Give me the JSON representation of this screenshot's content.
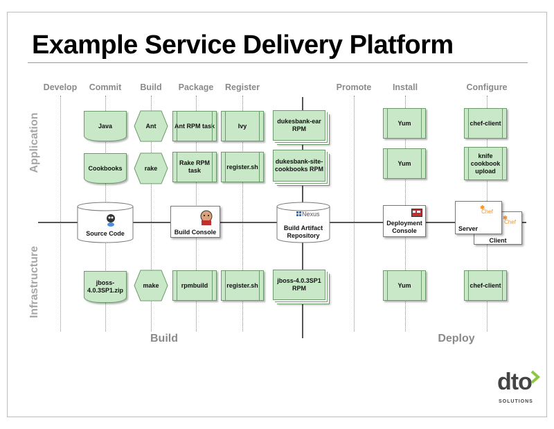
{
  "title": "Example Service Delivery Platform",
  "columns": [
    "Develop",
    "Commit",
    "Build",
    "Package",
    "Register",
    "Promote",
    "Install",
    "Configure"
  ],
  "rows": {
    "application": "Application",
    "infrastructure": "Infrastructure"
  },
  "sections": {
    "build": "Build",
    "deploy": "Deploy"
  },
  "application": {
    "java": "Java",
    "ant": "Ant",
    "ant_rpm": "Ant RPM task",
    "ivy": "Ivy",
    "dukesbank_ear": "dukesbank-ear RPM",
    "yum_1": "Yum",
    "chef_client_1": "chef-client",
    "cookbooks": "Cookbooks",
    "rake": "rake",
    "rake_rpm": "Rake RPM task",
    "register_1": "register.sh",
    "dukesbank_cookbooks": "dukesbank-site-cookbooks RPM",
    "yum_2": "Yum",
    "knife": "knife cookbook upload"
  },
  "middle": {
    "source_code": "Source Code",
    "build_console": "Build Console",
    "nexus": "Nexus",
    "artifact_repo": "Build Artifact Repository",
    "deployment_console": "Deployment Console",
    "chef_1": "Chef",
    "server": "Server",
    "chef_2": "Chef",
    "client": "Client"
  },
  "infrastructure": {
    "jboss_zip": "jboss-4.0.3SP1.zip",
    "make": "make",
    "rpmbuild": "rpmbuild",
    "register_2": "register.sh",
    "jboss_rpm": "jboss-4.0.3SP1 RPM",
    "yum_3": "Yum",
    "chef_client_2": "chef-client"
  },
  "logo": {
    "name": "dto",
    "tagline": "SOLUTIONS"
  },
  "colors": {
    "box_fill": "#c8e8c8",
    "box_border": "#6b9b6b",
    "label_gray": "#8a8a8a",
    "chef_orange": "#f0932b",
    "logo_green": "#8dc63f"
  }
}
